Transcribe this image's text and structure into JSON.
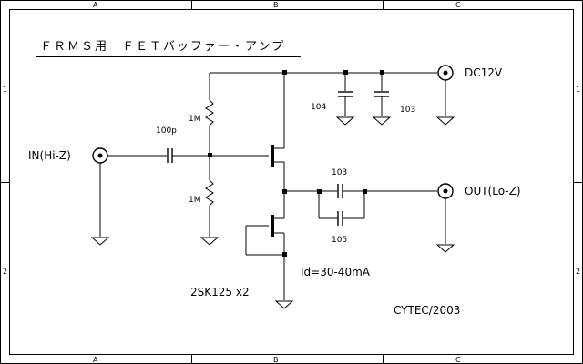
{
  "title": "ＦＲＭＳ用　ＦＥＴバッファー・アンプ",
  "zones": {
    "columns": [
      "A",
      "B",
      "C"
    ],
    "rows": [
      "1",
      "2"
    ]
  },
  "labels": {
    "input": "IN(Hi-Z)",
    "supply": "DC12V",
    "output": "OUT(Lo-Z)",
    "coupling_cap": "100p",
    "resistor_top": "1M",
    "resistor_bottom": "1M",
    "bypass_cap_1": "104",
    "bypass_cap_2": "103",
    "output_cap_1": "103",
    "output_cap_2": "105",
    "fet_part": "2SK125 x2",
    "drain_current": "Id=30-40mA",
    "credit": "CYTEC/2003"
  }
}
